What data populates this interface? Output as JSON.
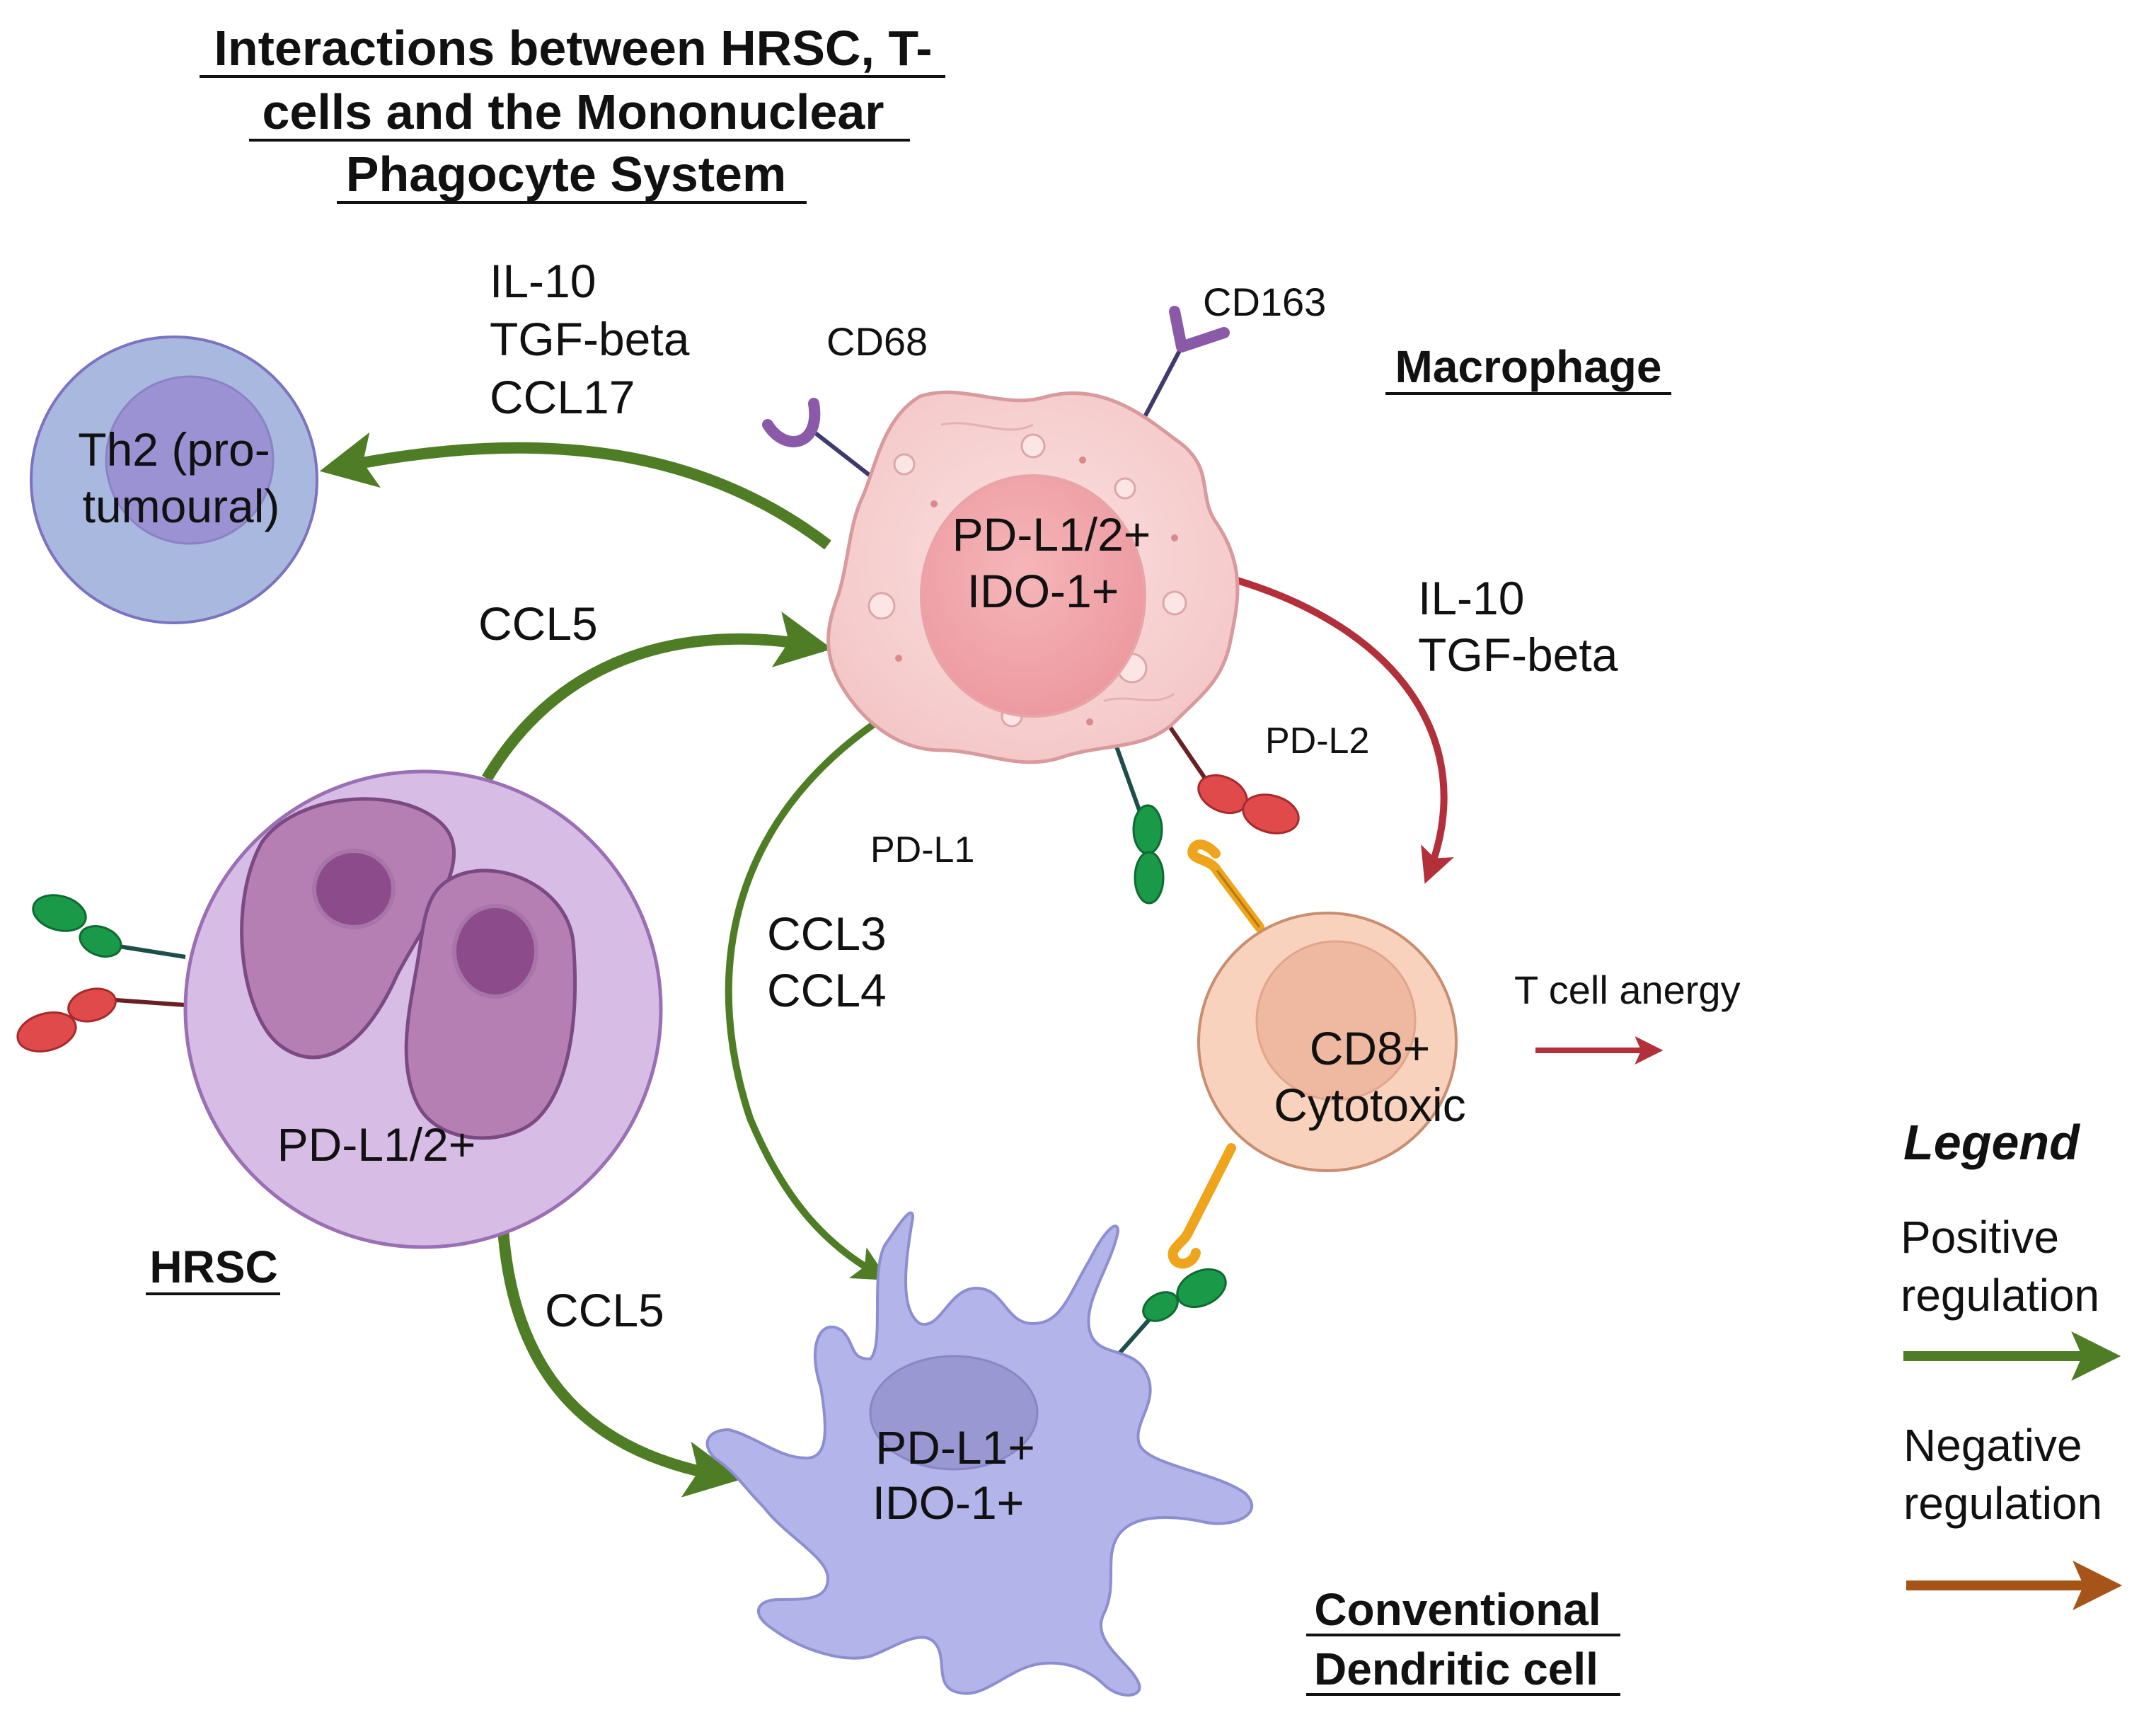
{
  "title": {
    "line1": "Interactions between HRSC, T-",
    "line2": "cells and the Mononuclear",
    "line3": "Phagocyte System"
  },
  "cells": {
    "th2": {
      "line1": "Th2 (pro-",
      "line2": "tumoural)"
    },
    "macrophage": {
      "name": "Macrophage",
      "line1": "PD-L1/2+",
      "line2": "IDO-1+"
    },
    "hrsc": {
      "name": "HRSC",
      "label": "PD-L1/2+"
    },
    "cd8": {
      "line1": "CD8+",
      "line2": "Cytotoxic"
    },
    "dendritic": {
      "name_line1": "Conventional",
      "name_line2": "Dendritic cell",
      "line1": "PD-L1+",
      "line2": "IDO-1+"
    }
  },
  "receptors": {
    "cd68": "CD68",
    "cd163": "CD163",
    "pd_l1": "PD-L1",
    "pd_l2": "PD-L2"
  },
  "signals": {
    "macrophage_to_th2": [
      "IL-10",
      "TGF-beta",
      "CCL17"
    ],
    "hrsc_to_macrophage": "CCL5",
    "macrophage_to_cd8": [
      "IL-10",
      "TGF-beta"
    ],
    "macrophage_to_dendritic": [
      "CCL3",
      "CCL4"
    ],
    "hrsc_to_dendritic": "CCL5",
    "anergy": "T cell anergy"
  },
  "legend": {
    "title": "Legend",
    "positive_line1": "Positive",
    "positive_line2": "regulation",
    "negative_line1": "Negative",
    "negative_line2": "regulation"
  },
  "colors": {
    "positive": "#4e7d26",
    "negative": "#b3303b",
    "negative_legend": "#a65418",
    "pd_l1_ligand": "#1a9a48",
    "pd_l2_ligand": "#e04a4a",
    "pd1_receptor": "#eea51c"
  }
}
